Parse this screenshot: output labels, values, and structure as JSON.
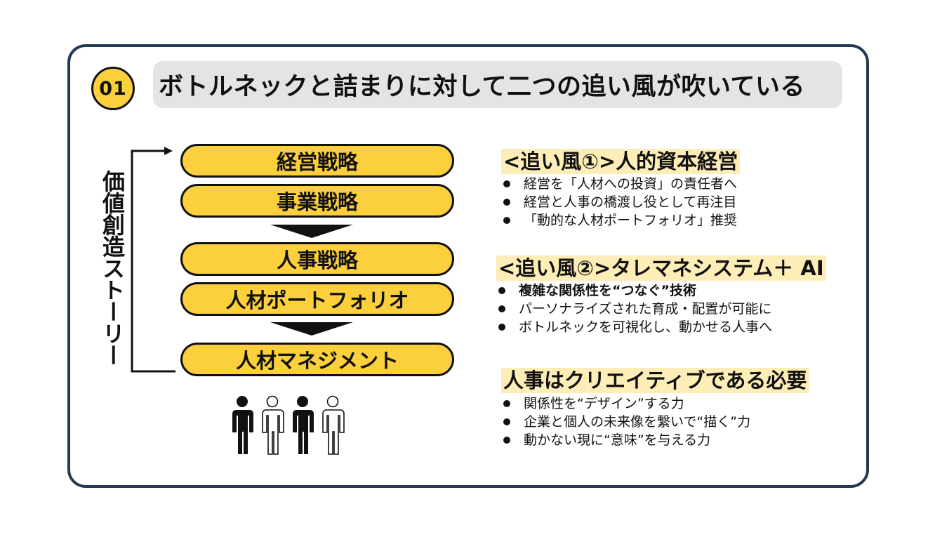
{
  "header": {
    "number": "01",
    "title": "ボトルネックと詰まりに対して二つの追い風が吹いている"
  },
  "left": {
    "vertical_label": "価値創造ストーリー",
    "pills": [
      "経営戦略",
      "事業戦略",
      "人事戦略",
      "人材ポートフォリオ",
      "人材マネジメント"
    ]
  },
  "sections": [
    {
      "title": "<追い風①>人的資本経営",
      "items": [
        "経営を「人材への投資」の責任者へ",
        "経営と人事の橋渡し役として再注目",
        "「動的な人材ポートフォリオ」推奨"
      ]
    },
    {
      "title": "<追い風②>タレマネシステム＋ AI",
      "items": [
        "複雑な関係性を“つなぐ”技術",
        "パーソナライズされた育成・配置が可能に",
        "ボトルネックを可視化し、動かせる人事へ"
      ]
    },
    {
      "title": "人事はクリエイティブである必要",
      "items": [
        "関係性を“デザイン”する力",
        "企業と個人の未来像を繋いで“描く”力",
        "動かない現に“意味”を与える力"
      ]
    }
  ],
  "colors": {
    "accent_yellow": "#fccf3d",
    "highlight": "#fdedb7",
    "frame": "#243a52",
    "title_bg": "#e4e4e4"
  }
}
